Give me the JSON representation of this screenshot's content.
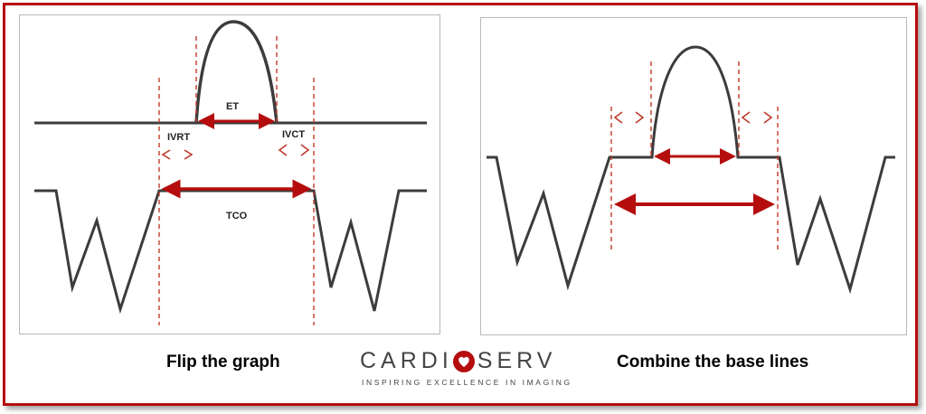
{
  "left_panel": {
    "caption": "Flip the graph",
    "labels": {
      "et": "ET",
      "ivrt": "IVRT",
      "ivct": "IVCT",
      "tco": "TCO"
    }
  },
  "right_panel": {
    "caption": "Combine the base lines"
  },
  "logo": {
    "word_left": "CARDI",
    "word_right": "SERV",
    "tagline": "INSPIRING EXCELLENCE IN IMAGING"
  },
  "colors": {
    "accent_red": "#b50d0d",
    "trace": "#3c3c3c"
  }
}
